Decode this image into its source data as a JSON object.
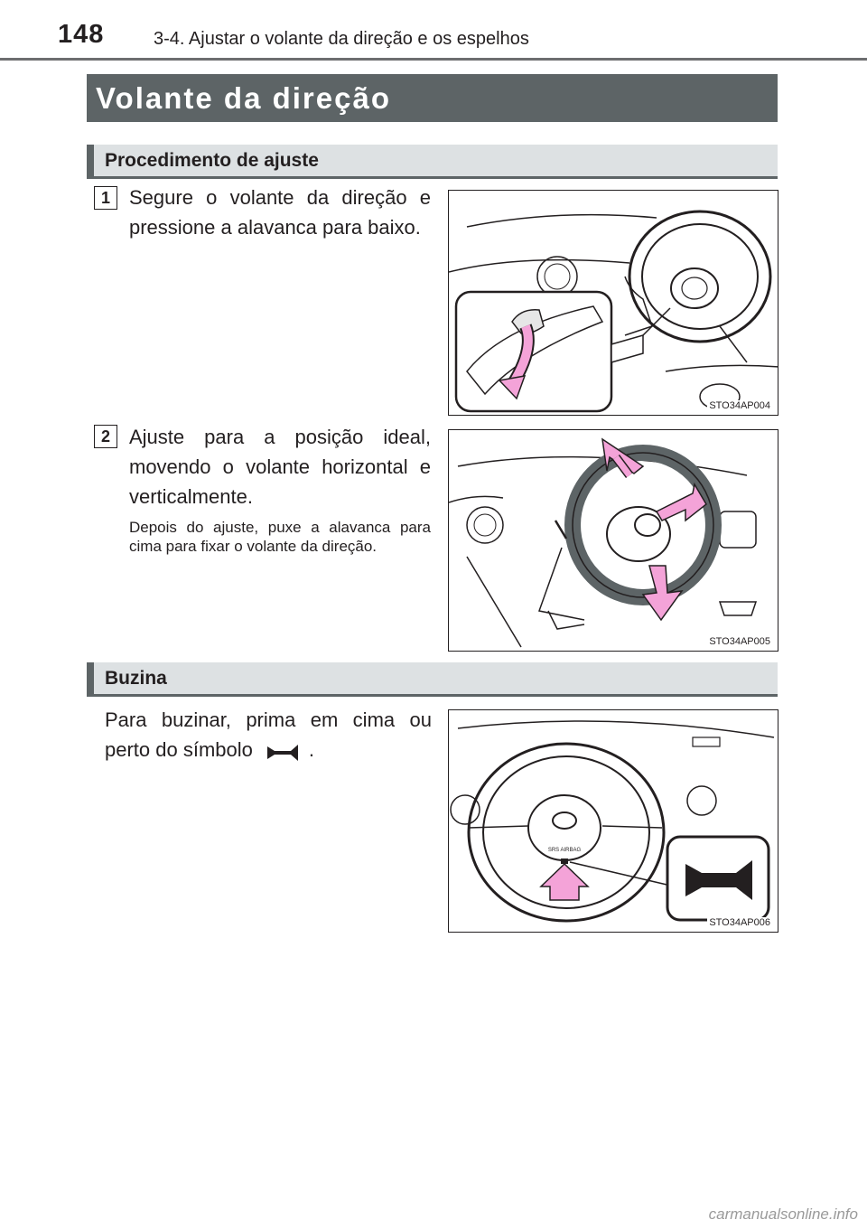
{
  "header": {
    "page_number": "148",
    "running_title": "3-4. Ajustar o volante da direção e os espelhos"
  },
  "section": {
    "title": "Volante da direção"
  },
  "procedure": {
    "heading": "Procedimento de ajuste",
    "steps": [
      {
        "number": "1",
        "text": "Segure o volante da direção e pressione a alavanca para baixo.",
        "figure_code": "STO34AP004"
      },
      {
        "number": "2",
        "text": "Ajuste para a posição ideal, movendo o volante horizontal e verticalmente.",
        "note": "Depois do ajuste, puxe a alavanca para cima para fixar o volante da direção.",
        "figure_code": "STO34AP005"
      }
    ]
  },
  "horn": {
    "heading": "Buzina",
    "text_before": "Para buzinar, prima em cima ou perto do símbolo",
    "text_after": ".",
    "icon": "horn-icon",
    "figure_code": "STO34AP006",
    "airbag_label": "SRS AIRBAG"
  },
  "footer": {
    "watermark": "carmanualsonline.info"
  },
  "colors": {
    "title_bar": "#5d6466",
    "sub_heading_bg": "#dde1e3",
    "arrow_pink": "#f4a3d8",
    "text": "#231f20"
  }
}
